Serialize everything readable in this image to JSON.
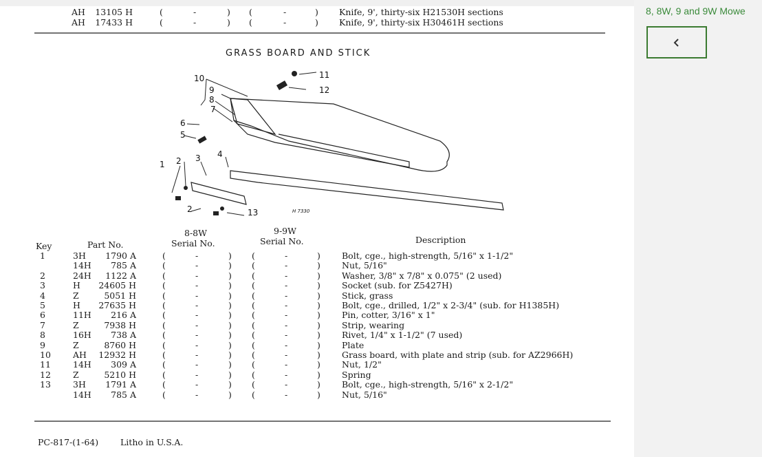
{
  "sidebar": {
    "title": "8, 8W, 9 and 9W Mowe",
    "back_icon": "chevron-left-icon"
  },
  "top_rows": [
    {
      "prefix": "AH",
      "number": "13105 H",
      "s8": "-",
      "s9": "-",
      "description": "Knife, 9', thirty-six H21530H sections"
    },
    {
      "prefix": "AH",
      "number": "17433 H",
      "s8": "-",
      "s9": "-",
      "description": "Knife, 9', thirty-six H30461H sections"
    }
  ],
  "section_title": "GRASS BOARD AND STICK",
  "diagram": {
    "figure_id": "H 7330",
    "callouts": [
      "1",
      "2",
      "3",
      "4",
      "5",
      "6",
      "7",
      "8",
      "9",
      "10",
      "11",
      "12",
      "13",
      "2"
    ]
  },
  "table": {
    "headers": {
      "key": "Key",
      "part": "Part No.",
      "s8_top": "8-8W",
      "s8_bottom": "Serial No.",
      "s9_top": "9-9W",
      "s9_bottom": "Serial No.",
      "description": "Description"
    },
    "rows": [
      {
        "key": "1",
        "prefix": "3H",
        "number": "1790 A",
        "s8": "-",
        "s9": "-",
        "description": "Bolt, cge., high-strength, 5/16\" x 1-1/2\""
      },
      {
        "key": "",
        "prefix": "14H",
        "number": "785 A",
        "s8": "-",
        "s9": "-",
        "description": "Nut, 5/16\""
      },
      {
        "key": "2",
        "prefix": "24H",
        "number": "1122 A",
        "s8": "-",
        "s9": "-",
        "description": "Washer, 3/8\" x 7/8\" x 0.075\" (2 used)"
      },
      {
        "key": "3",
        "prefix": "H",
        "number": "24605 H",
        "s8": "-",
        "s9": "-",
        "description": "Socket (sub. for Z5427H)"
      },
      {
        "key": "4",
        "prefix": "Z",
        "number": "5051 H",
        "s8": "-",
        "s9": "-",
        "description": "Stick, grass"
      },
      {
        "key": "5",
        "prefix": "H",
        "number": "27635 H",
        "s8": "-",
        "s9": "-",
        "description": "Bolt, cge., drilled, 1/2\" x 2-3/4\" (sub. for H1385H)"
      },
      {
        "key": "6",
        "prefix": "11H",
        "number": "216 A",
        "s8": "-",
        "s9": "-",
        "description": "Pin, cotter, 3/16\" x 1\""
      },
      {
        "key": "7",
        "prefix": "Z",
        "number": "7938 H",
        "s8": "-",
        "s9": "-",
        "description": "Strip, wearing"
      },
      {
        "key": "8",
        "prefix": "16H",
        "number": "738 A",
        "s8": "-",
        "s9": "-",
        "description": "Rivet, 1/4\" x 1-1/2\" (7 used)"
      },
      {
        "key": "9",
        "prefix": "Z",
        "number": "8760 H",
        "s8": "-",
        "s9": "-",
        "description": "Plate"
      },
      {
        "key": "10",
        "prefix": "AH",
        "number": "12932 H",
        "s8": "-",
        "s9": "-",
        "description": "Grass board, with plate and strip (sub. for AZ2966H)"
      },
      {
        "key": "11",
        "prefix": "14H",
        "number": "309 A",
        "s8": "-",
        "s9": "-",
        "description": "Nut, 1/2\""
      },
      {
        "key": "12",
        "prefix": "Z",
        "number": "5210 H",
        "s8": "-",
        "s9": "-",
        "description": "Spring"
      },
      {
        "key": "13",
        "prefix": "3H",
        "number": "1791 A",
        "s8": "-",
        "s9": "-",
        "description": "Bolt, cge., high-strength, 5/16\" x 2-1/2\""
      },
      {
        "key": "",
        "prefix": "14H",
        "number": "785 A",
        "s8": "-",
        "s9": "-",
        "description": "Nut, 5/16\""
      }
    ]
  },
  "footer": {
    "code": "PC-817-(1-64)",
    "litho": "Litho in U.S.A."
  },
  "paren_open": "(",
  "paren_close": ")"
}
